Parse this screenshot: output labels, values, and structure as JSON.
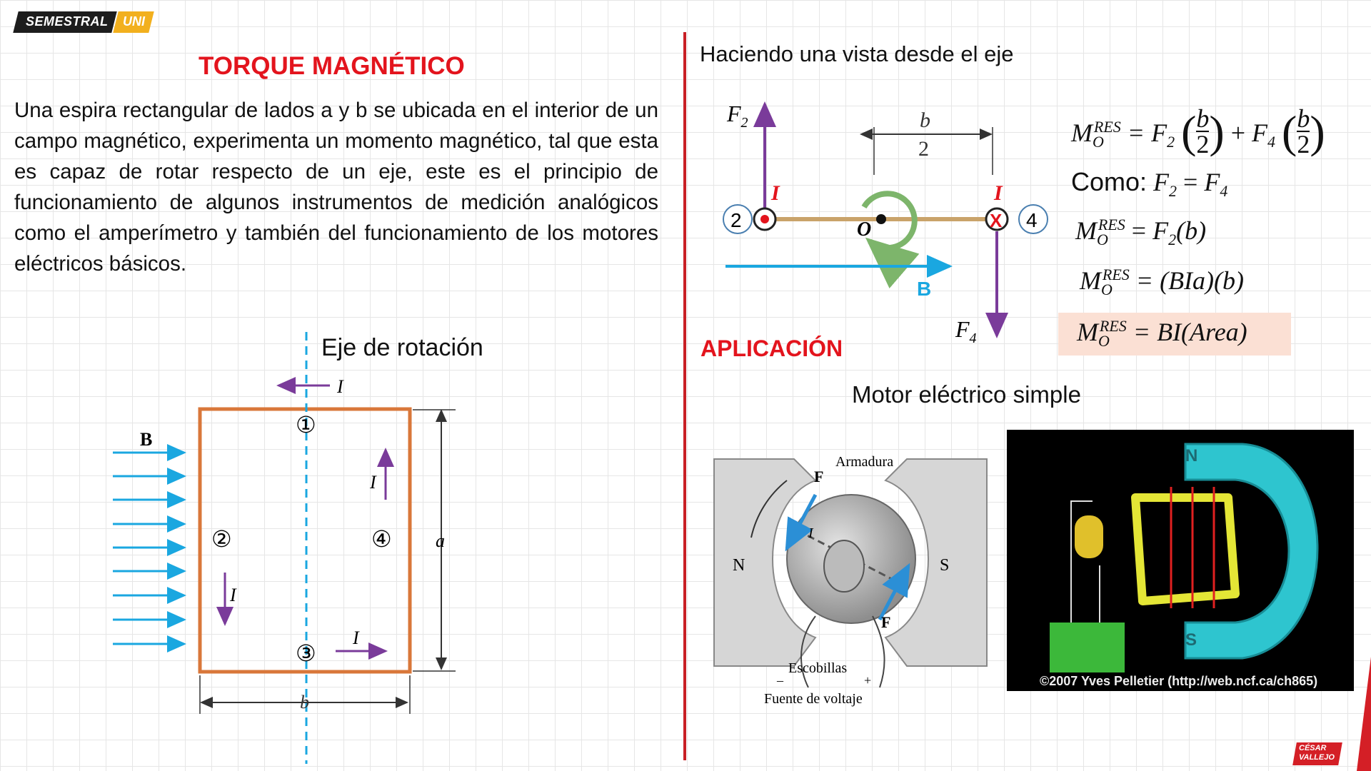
{
  "header": {
    "badge_main": "SEMESTRAL",
    "badge_accent": "UNI"
  },
  "left": {
    "title": "TORQUE MAGNÉTICO",
    "intro": "Una espira rectangular de lados  a y b se  ubicada en el interior de un campo magnético, experimenta un momento magnético, tal que esta es capaz de rotar respecto de un eje, este es el principio de funcionamiento de algunos instrumentos de medición analógicos como el amperímetro y también del funcionamiento de los motores eléctricos básicos.",
    "diagram": {
      "axis_label": "Eje de rotación",
      "field_label": "B",
      "current_label": "I",
      "side_a": "a",
      "side_b": "b",
      "sides": [
        "①",
        "②",
        "③",
        "④"
      ]
    }
  },
  "right": {
    "view_label": "Haciendo una vista desde el eje",
    "side_view": {
      "f2": "F",
      "f2_sub": "2",
      "f4": "F",
      "f4_sub": "4",
      "half_b_num": "b",
      "half_b_den": "2",
      "current": "I",
      "center": "O",
      "field": "B",
      "node_left": "2",
      "node_right": "4",
      "cross": "X"
    },
    "equations": {
      "m": "M",
      "o": "O",
      "res": "RES",
      "eq1_rhs": "= F",
      "como": "Como:",
      "eq3_rhs": "(b)",
      "eq4_rhs": "= (BIa)(b)",
      "eq5_rhs": "= BI(Area)"
    },
    "application_label": "APLICACIÓN",
    "motor_label": "Motor eléctrico simple",
    "figure1": {
      "armadura": "Armadura",
      "north": "N",
      "south": "S",
      "force": "F",
      "current": "I",
      "brushes": "Escobillas",
      "minus": "–",
      "plus": "+",
      "source": "Fuente de voltaje"
    },
    "figure2": {
      "north": "N",
      "south": "S",
      "credit": "©2007 Yves Pelletier (http://web.ncf.ca/ch865)"
    }
  },
  "footer": {
    "logo_line1": "CÉSAR",
    "logo_line2": "VALLEJO"
  },
  "colors": {
    "title_red": "#e3141d",
    "divider_red": "#c81f25",
    "loop_orange": "#d9773a",
    "field_blue": "#1aa7e0",
    "force_purple": "#7a3b9a",
    "highlight": "#fbe0d4"
  }
}
